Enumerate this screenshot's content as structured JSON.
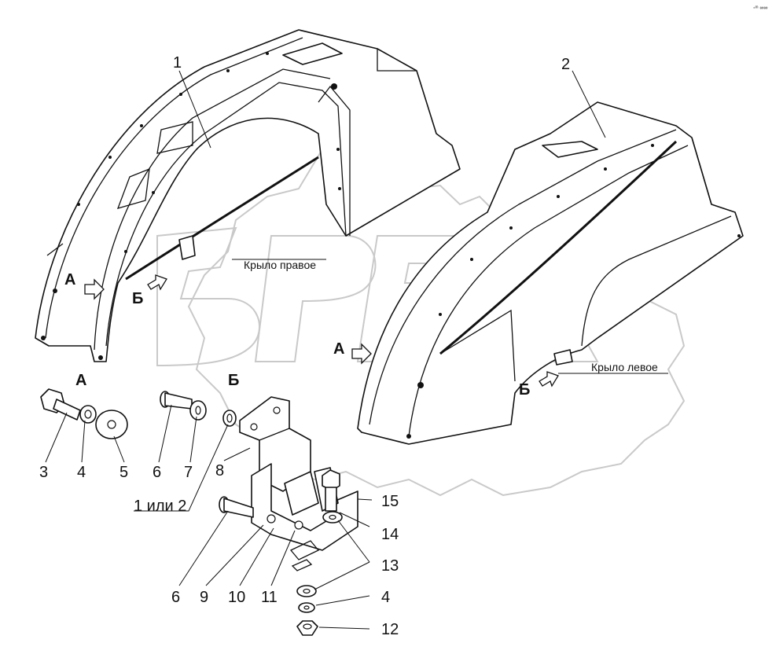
{
  "labels": {
    "part_1": "1",
    "part_2": "2",
    "part_3": "3",
    "part_4": "4",
    "part_4b": "4",
    "part_5": "5",
    "part_6": "6",
    "part_6b": "6",
    "part_7": "7",
    "part_8": "8",
    "part_9": "9",
    "part_10": "10",
    "part_11": "11",
    "part_12": "12",
    "part_13": "13",
    "part_14": "14",
    "part_15": "15",
    "one_or_two": "1 или 2"
  },
  "views": {
    "a_right": "А",
    "b_right": "Б",
    "a_left": "А",
    "b_left": "Б",
    "a_title": "А",
    "b_title": "Б"
  },
  "captions": {
    "right_fender": "Крыло правое",
    "left_fender": "Крыло левое"
  },
  "corner_mark": "◦ᵐ ∞∞"
}
